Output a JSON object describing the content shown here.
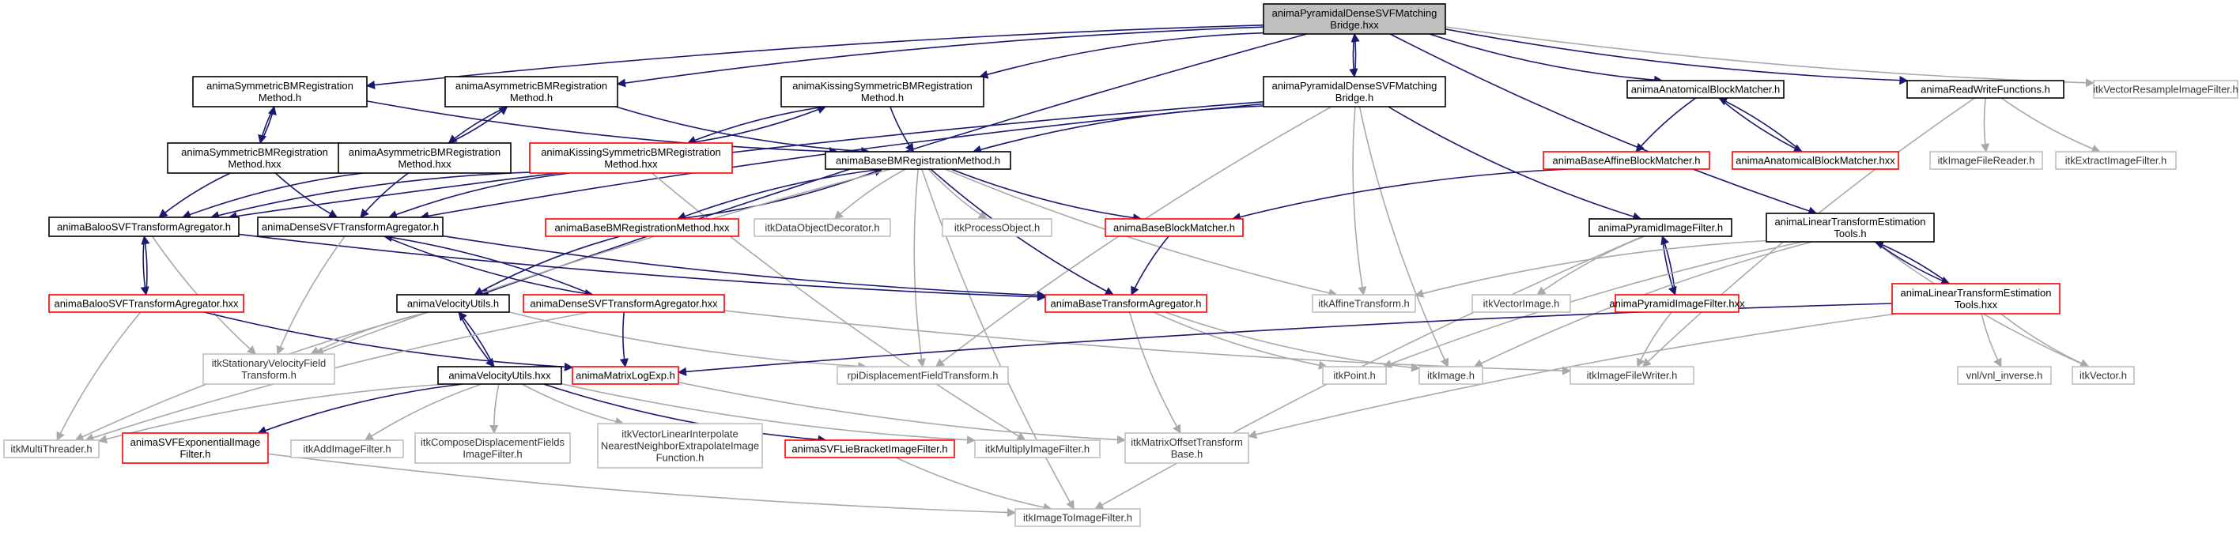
{
  "colors": {
    "edge": "#191970",
    "edge_external": "#a9a9a9",
    "node_border": "#000000",
    "node_border_red": "#ff0000",
    "node_border_gray": "#bfbfbf",
    "root_fill": "#bfbfbf",
    "fill": "#ffffff"
  },
  "nodes": [
    {
      "id": "root",
      "lines": [
        "animaPyramidalDenseSVFMatching",
        "Bridge.hxx"
      ],
      "style": "root"
    },
    {
      "id": "symH",
      "lines": [
        "animaSymmetricBMRegistration",
        "Method.h"
      ],
      "style": "black"
    },
    {
      "id": "asymH",
      "lines": [
        "animaAsymmetricBMRegistration",
        "Method.h"
      ],
      "style": "black"
    },
    {
      "id": "kissH",
      "lines": [
        "animaKissingSymmetricBMRegistration",
        "Method.h"
      ],
      "style": "black"
    },
    {
      "id": "pyrH",
      "lines": [
        "animaPyramidalDenseSVFMatching",
        "Bridge.h"
      ],
      "style": "black"
    },
    {
      "id": "anatH",
      "lines": [
        "animaAnatomicalBlockMatcher.h"
      ],
      "style": "black"
    },
    {
      "id": "rwH",
      "lines": [
        "animaReadWriteFunctions.h"
      ],
      "style": "black"
    },
    {
      "id": "itkVecRes",
      "lines": [
        "itkVectorResampleImageFilter.h"
      ],
      "style": "gray"
    },
    {
      "id": "symHxx",
      "lines": [
        "animaSymmetricBMRegistration",
        "Method.hxx"
      ],
      "style": "black"
    },
    {
      "id": "asymHxx",
      "lines": [
        "animaAsymmetricBMRegistration",
        "Method.hxx"
      ],
      "style": "black"
    },
    {
      "id": "kissHxx",
      "lines": [
        "animaKissingSymmetricBMRegistration",
        "Method.hxx"
      ],
      "style": "red"
    },
    {
      "id": "baseBMH",
      "lines": [
        "animaBaseBMRegistrationMethod.h"
      ],
      "style": "black"
    },
    {
      "id": "baseAffH",
      "lines": [
        "animaBaseAffineBlockMatcher.h"
      ],
      "style": "red"
    },
    {
      "id": "anatHxx",
      "lines": [
        "animaAnatomicalBlockMatcher.hxx"
      ],
      "style": "red"
    },
    {
      "id": "itkIFR",
      "lines": [
        "itkImageFileReader.h"
      ],
      "style": "gray"
    },
    {
      "id": "itkExtract",
      "lines": [
        "itkExtractImageFilter.h"
      ],
      "style": "gray"
    },
    {
      "id": "balooH",
      "lines": [
        "animaBalooSVFTransformAgregator.h"
      ],
      "style": "black"
    },
    {
      "id": "denseH",
      "lines": [
        "animaDenseSVFTransformAgregator.h"
      ],
      "style": "black"
    },
    {
      "id": "baseBMHxx",
      "lines": [
        "animaBaseBMRegistrationMethod.hxx"
      ],
      "style": "red"
    },
    {
      "id": "itkDOD",
      "lines": [
        "itkDataObjectDecorator.h"
      ],
      "style": "gray"
    },
    {
      "id": "itkPO",
      "lines": [
        "itkProcessObject.h"
      ],
      "style": "gray"
    },
    {
      "id": "baseBlockH",
      "lines": [
        "animaBaseBlockMatcher.h"
      ],
      "style": "red"
    },
    {
      "id": "pyrImgH",
      "lines": [
        "animaPyramidImageFilter.h"
      ],
      "style": "black"
    },
    {
      "id": "linH",
      "lines": [
        "animaLinearTransformEstimation",
        "Tools.h"
      ],
      "style": "black"
    },
    {
      "id": "balooHxx",
      "lines": [
        "animaBalooSVFTransformAgregator.hxx"
      ],
      "style": "red"
    },
    {
      "id": "velH",
      "lines": [
        "animaVelocityUtils.h"
      ],
      "style": "black"
    },
    {
      "id": "denseHxx",
      "lines": [
        "animaDenseSVFTransformAgregator.hxx"
      ],
      "style": "red"
    },
    {
      "id": "baseTAH",
      "lines": [
        "animaBaseTransformAgregator.h"
      ],
      "style": "red"
    },
    {
      "id": "itkAff",
      "lines": [
        "itkAffineTransform.h"
      ],
      "style": "gray"
    },
    {
      "id": "itkVecImg",
      "lines": [
        "itkVectorImage.h"
      ],
      "style": "gray"
    },
    {
      "id": "pyrImgHxx",
      "lines": [
        "animaPyramidImageFilter.hxx"
      ],
      "style": "red"
    },
    {
      "id": "linHxx",
      "lines": [
        "animaLinearTransformEstimation",
        "Tools.hxx"
      ],
      "style": "red"
    },
    {
      "id": "itkSVF",
      "lines": [
        "itkStationaryVelocityField",
        "Transform.h"
      ],
      "style": "gray"
    },
    {
      "id": "velHxx",
      "lines": [
        "animaVelocityUtils.hxx"
      ],
      "style": "black"
    },
    {
      "id": "mlogH",
      "lines": [
        "animaMatrixLogExp.h"
      ],
      "style": "red"
    },
    {
      "id": "rpiDisp",
      "lines": [
        "rpiDisplacementFieldTransform.h"
      ],
      "style": "gray"
    },
    {
      "id": "itkPoint",
      "lines": [
        "itkPoint.h"
      ],
      "style": "gray"
    },
    {
      "id": "itkImage",
      "lines": [
        "itkImage.h"
      ],
      "style": "gray"
    },
    {
      "id": "itkIFW",
      "lines": [
        "itkImageFileWriter.h"
      ],
      "style": "gray"
    },
    {
      "id": "vnlInv",
      "lines": [
        "vnl/vnl_inverse.h"
      ],
      "style": "gray"
    },
    {
      "id": "itkVector",
      "lines": [
        "itkVector.h"
      ],
      "style": "gray"
    },
    {
      "id": "itkMT",
      "lines": [
        "itkMultiThreader.h"
      ],
      "style": "gray"
    },
    {
      "id": "expH",
      "lines": [
        "animaSVFExponentialImage",
        "Filter.h"
      ],
      "style": "red"
    },
    {
      "id": "itkAdd",
      "lines": [
        "itkAddImageFilter.h"
      ],
      "style": "gray"
    },
    {
      "id": "itkCDF",
      "lines": [
        "itkComposeDisplacementFields",
        "ImageFilter.h"
      ],
      "style": "gray"
    },
    {
      "id": "itkVLI",
      "lines": [
        "itkVectorLinearInterpolate",
        "NearestNeighborExtrapolateImage",
        "Function.h"
      ],
      "style": "gray"
    },
    {
      "id": "lieH",
      "lines": [
        "animaSVFLieBracketImageFilter.h"
      ],
      "style": "red"
    },
    {
      "id": "itkMult",
      "lines": [
        "itkMultiplyImageFilter.h"
      ],
      "style": "gray"
    },
    {
      "id": "itkMOT",
      "lines": [
        "itkMatrixOffsetTransform",
        "Base.h"
      ],
      "style": "gray"
    },
    {
      "id": "itkI2I",
      "lines": [
        "itkImageToImageFilter.h"
      ],
      "style": "gray"
    }
  ]
}
